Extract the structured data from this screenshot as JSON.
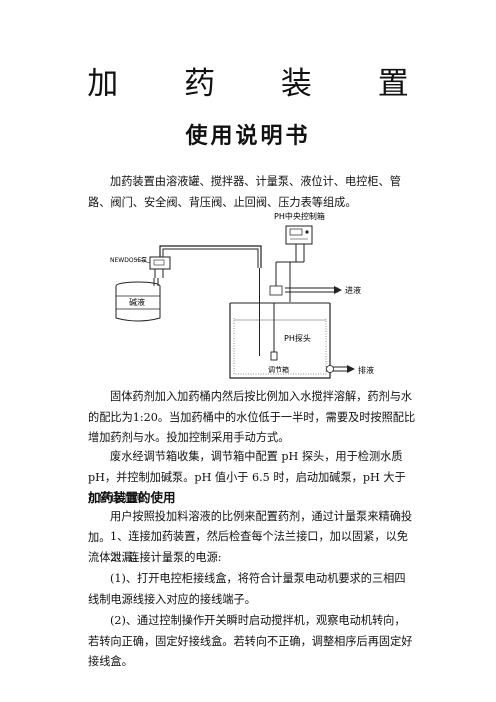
{
  "doc": {
    "title": "加 药 装 置",
    "subtitle": "使用说明书",
    "intro": "加药装置由溶液罐、搅拌器、计量泵、液位计、电控柜、管路、阀门、安全阀、背压阀、止回阀、压力表等组成。",
    "para_dosing": "固体药剂加入加药桶内然后按比例加入水搅拌溶解，药剂与水的配比为1:20。当加药桶中的水位低于一半时，需要及时按照配比增加药剂与水。投加控制采用手动方式。",
    "para_ph": "废水经调节箱收集，调节箱中配置 pH 探头，用于检测水质 pH，并控制加碱泵。pH 值小于 6.5 时，启动加碱泵，pH 大于 8 停止加碱。",
    "section_heading": "加药装置的使用",
    "usage_intro": "用户按照投加料溶液的比例来配置药剂，通过计量泵来精确投加。",
    "step1": "1、连接加药装置，然后检查每个法兰接口，加以固紧，以免流体泄漏。",
    "step2": "2、连接计量泵的电源:",
    "step2_1": "(1)、打开电控柜接线盒，将符合计量泵电动机要求的三相四线制电源线接入对应的接线端子。",
    "step2_2": "(2)、通过控制操作开关瞬时启动搅拌机，观察电动机转向，若转向正确，固定好接线盒。若转向不正确，调整相序后再固定好接线盒。"
  },
  "diagram": {
    "label_controller": "PH中央控制箱",
    "label_pump": "NEWDOSE泵",
    "label_tank": "碱液",
    "label_inlet": "进液",
    "label_probe": "PH探头",
    "label_box": "调节箱",
    "label_outlet": "排液"
  }
}
